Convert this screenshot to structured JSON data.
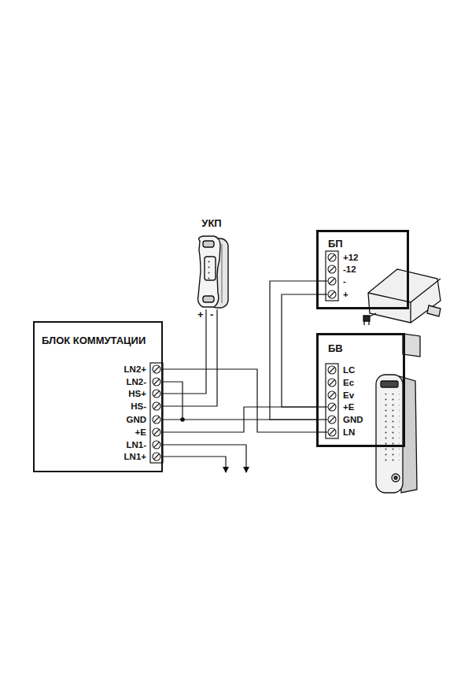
{
  "diagram": {
    "nodes": [
      {
        "text": [
          "УКП"
        ]
      },
      {
        "text": [
          "БП"
        ]
      },
      {
        "text": [
          "БЛОК КОММУТАЦИИ"
        ]
      },
      {
        "text": [
          "БВ"
        ]
      }
    ],
    "edges": [
      {
        "from": 2,
        "to": 0,
        "arrow": "none"
      },
      {
        "from": 2,
        "to": 0,
        "arrow": "none"
      },
      {
        "from": 2,
        "to": 3,
        "arrow": "none"
      },
      {
        "from": 2,
        "to": 3,
        "arrow": "none"
      },
      {
        "from": 2,
        "to": 3,
        "arrow": "none"
      },
      {
        "from": 1,
        "to": 3,
        "arrow": "none"
      },
      {
        "from": 1,
        "to": 3,
        "arrow": "none"
      }
    ],
    "labels": [
      "+",
      "-",
      "+12",
      "-12",
      "-",
      "+",
      "LN2+",
      "LN2-",
      "HS+",
      "HS-",
      "GND",
      "+E",
      "LN1-",
      "LN1+",
      "LC",
      "Ec",
      "Ev",
      "+E",
      "GND",
      "LN"
    ]
  }
}
